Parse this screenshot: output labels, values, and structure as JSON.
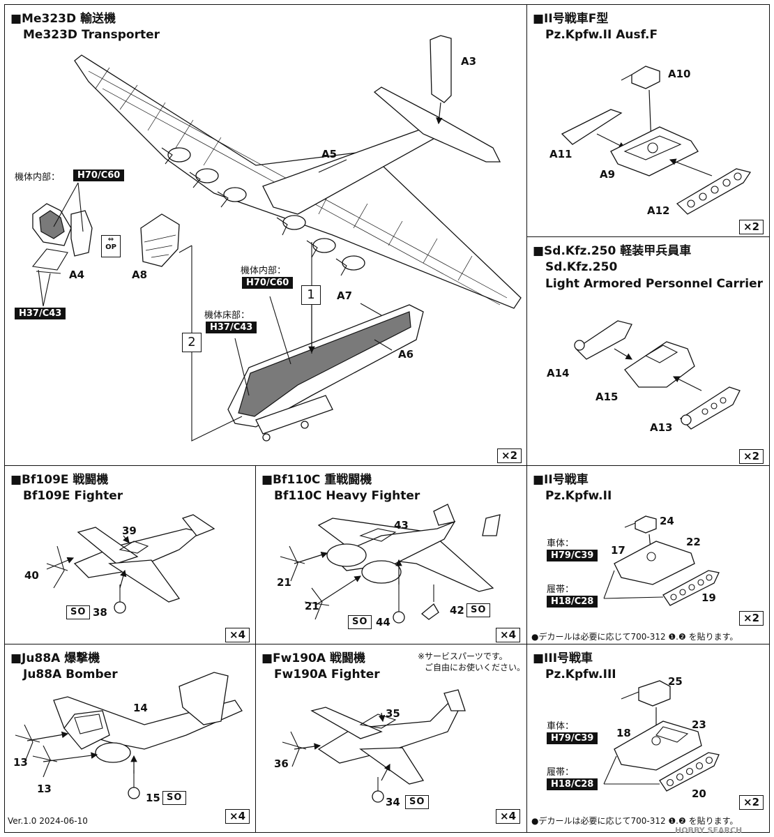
{
  "sections": {
    "me323": {
      "title_jp": "■Me323D 輸送機",
      "title_en": "Me323D Transporter",
      "parts": [
        "A3",
        "A5",
        "A4",
        "A8",
        "A7",
        "A6"
      ],
      "labels": {
        "interior_jp": "機体内部：",
        "interior_badge": "H70/C60",
        "interior2_jp": "機体内部：",
        "interior2_badge": "H70/C60",
        "floor_jp": "機体床部：",
        "floor_badge": "H37/C43",
        "gear_badge": "H37/C43"
      },
      "op_label": "OP",
      "steps": [
        "1",
        "2"
      ],
      "multiplier": "×2"
    },
    "pz2f": {
      "title_jp": "■II号戦車F型",
      "title_en": "Pz.Kpfw.II Ausf.F",
      "parts": [
        "A10",
        "A11",
        "A9",
        "A12"
      ],
      "multiplier": "×2"
    },
    "sdkfz": {
      "title_jp": "■Sd.Kfz.250 軽装甲兵員車",
      "title_en": "Sd.Kfz.250",
      "title_en2": "Light Armored Personnel Carrier",
      "parts": [
        "A14",
        "A15",
        "A13"
      ],
      "multiplier": "×2"
    },
    "bf109": {
      "title_jp": "■Bf109E 戦闘機",
      "title_en": "Bf109E Fighter",
      "parts": [
        "39",
        "40",
        "38"
      ],
      "so": "SO",
      "multiplier": "×4"
    },
    "bf110": {
      "title_jp": "■Bf110C 重戦闘機",
      "title_en": "Bf110C Heavy Fighter",
      "parts": [
        "43",
        "21",
        "21",
        "44",
        "42"
      ],
      "so1": "SO",
      "so2": "SO",
      "multiplier": "×4"
    },
    "pz2": {
      "title_jp": "■II号戦車",
      "title_en": "Pz.Kpfw.II",
      "parts": [
        "24",
        "17",
        "22",
        "19"
      ],
      "hull_jp": "車体：",
      "hull_badge": "H79/C39",
      "track_jp": "履帯：",
      "track_badge": "H18/C28",
      "multiplier": "×2",
      "note": "●デカールは必要に応じて700-312 ❶.❷ を貼ります。"
    },
    "ju88": {
      "title_jp": "■Ju88A 爆撃機",
      "title_en": "Ju88A Bomber",
      "parts": [
        "14",
        "13",
        "13",
        "15"
      ],
      "so": "SO",
      "multiplier": "×4"
    },
    "fw190": {
      "title_jp": "■Fw190A 戦闘機",
      "title_en": "Fw190A Fighter",
      "parts": [
        "35",
        "36",
        "34"
      ],
      "so": "SO",
      "multiplier": "×4",
      "service_note_1": "※サービスパーツです。",
      "service_note_2": "ご自由にお使いください。"
    },
    "pz3": {
      "title_jp": "■III号戦車",
      "title_en": "Pz.Kpfw.III",
      "parts": [
        "25",
        "23",
        "18",
        "20"
      ],
      "hull_jp": "車体：",
      "hull_badge": "H79/C39",
      "track_jp": "履帯：",
      "track_badge": "H18/C28",
      "multiplier": "×2",
      "note": "●デカールは必要に応じて700-312 ❶.❷ を貼ります。"
    }
  },
  "version": "Ver.1.0 2024-06-10",
  "watermark": "HOBBY SEARCH"
}
